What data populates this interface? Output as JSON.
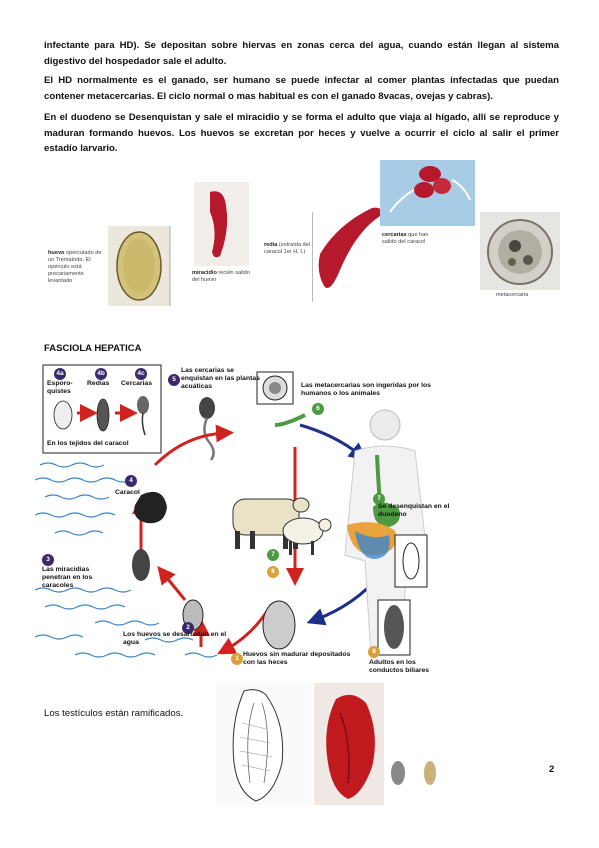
{
  "paragraphs": {
    "p1": "infectante para HD). Se depositan sobre hiervas en zonas cerca del agua, cuando están llegan al sistema digestivo del hospedador sale el adulto.",
    "p2": "El HD normalmente es el ganado, ser humano se puede infectar al comer plantas infectadas que puedan contener metacercarias. El ciclo normal o mas habitual es con el ganado 8vacas, ovejas y cabras).",
    "p3": "En el duodeno se Desenquistan y sale el miracidio y se forma el adulto que viaja al hígado, allí se reproduce  y maduran formando huevos. Los huevos se excretan por heces y vuelve a ocurrir el ciclo al salir el primer estadío larvario."
  },
  "stages": {
    "huevo_bold": "huevo",
    "huevo_rest": " operculado de un Trematodo. El opérculo está precariamente levantado",
    "miracidio_bold": "miracidio",
    "miracidio_rest": " recién salido del huevo",
    "redia_bold": "redia",
    "redia_rest": " (extraída del caracol 1er H. I.)",
    "cercarias_bold": "cercarias",
    "cercarias_rest": " que han salido del caracol",
    "metacercaria": "metacercaria"
  },
  "diagram": {
    "title": "FASCIOLA HEPATICA",
    "n4a": "4a",
    "n4b": "4b",
    "n4c": "4c",
    "esporoquistes": "Esporo-quistes",
    "redias": "Redias",
    "cercarias": "Cercarias",
    "tejidos": "En los tejidos del caracol",
    "n5": "5",
    "step5": "Las cercarias se enquistan en las plantas acuáticas",
    "n6": "6",
    "step6": "Las metacercarias son ingeridas por los humanos o los animales",
    "n4": "4",
    "caracol": "Caracol",
    "n7a": "7",
    "step7": "Se desenquistan en el duodeno",
    "n3": "3",
    "step3": "Las miracidias penetran en los caracoles",
    "n7b": "7",
    "n8a": "8",
    "n2": "2",
    "step2": "Los huevos se desarrollan en el agua",
    "n1": "1",
    "step1": "Huevos sin madurar depositados con las heces",
    "n8b": "8",
    "step8": "Adultos en los conductos biliares"
  },
  "footer": {
    "testes": "Los testículos están ramificados.",
    "page_number": "2"
  },
  "colors": {
    "red_arrow": "#d0231f",
    "blue_arrow": "#1d2f86",
    "water": "#3c86c9",
    "stain_red": "#b5192b"
  }
}
